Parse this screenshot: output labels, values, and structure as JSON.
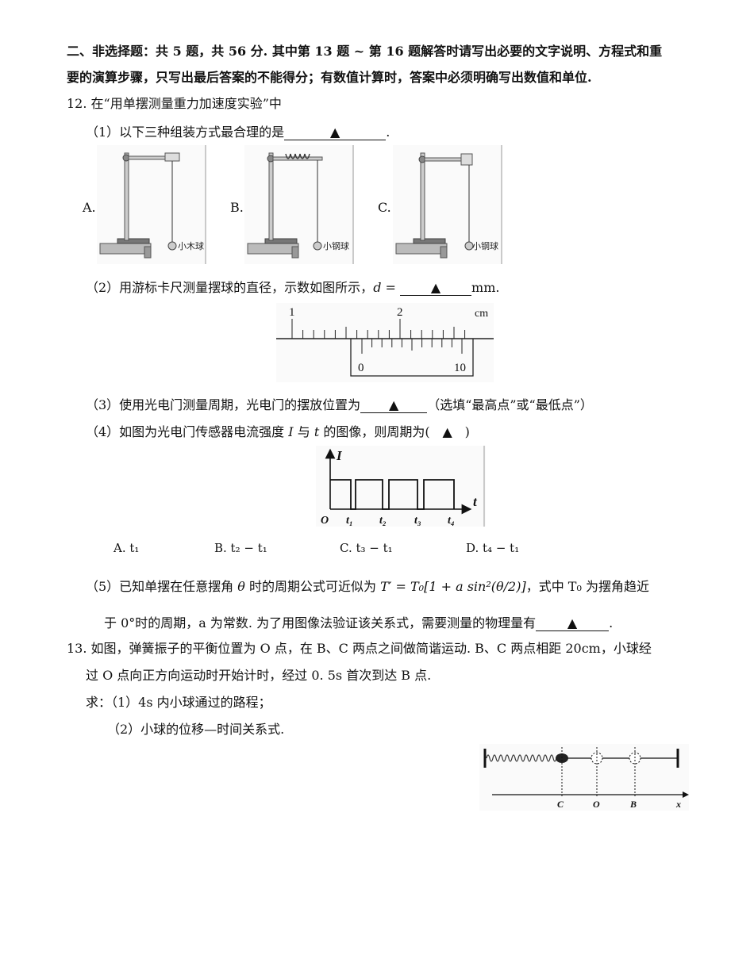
{
  "section": {
    "line1": "二、非选择题：共 5 题，共 56 分. 其中第 13 题 ~ 第 16 题解答时请写出必要的文字说明、方程式和重",
    "line2": "要的演算步骤，只写出最后答案的不能得分；有数值计算时，答案中必须明确写出数值和单位."
  },
  "q12": {
    "stem": "12. 在“用单摆测量重力加速度实验”中",
    "p1": "（1）以下三种组装方式最合理的是",
    "mark": "▲",
    "p1_opts": [
      "A.",
      "B.",
      "C."
    ],
    "ball_labels": [
      "小木球",
      "小钢球",
      "小钢球"
    ],
    "p2_pre": "（2）用游标卡尺测量摆球的直径，示数如图所示，",
    "p2_var": "d",
    "p2_eq": " = ",
    "p2_unit": "mm.",
    "caliper": {
      "main1": "1",
      "main2": "2",
      "unit": "cm",
      "vern0": "0",
      "vern10": "10"
    },
    "p3_pre": "（3）使用光电门测量周期，光电门的摆放位置为",
    "p3_post": "（选填“最高点”或“最低点”）",
    "p4_pre": "（4）如图为光电门传感器电流强度",
    "p4_var_I": "I",
    "p4_mid": "与",
    "p4_var_t": "t",
    "p4_post": "的图像，则周期为(",
    "p4_close": ")",
    "graph": {
      "y": "I",
      "x": "t",
      "origin": "O",
      "ticks": [
        "t₁",
        "t₂",
        "t₃",
        "t₄"
      ]
    },
    "choices": [
      "A. t₁",
      "B. t₂ − t₁",
      "C. t₃ − t₁",
      "D. t₄ − t₁"
    ],
    "p5_pre": "（5）已知单摆在任意摆角",
    "p5_theta": "θ",
    "p5_mid": "时的周期公式可近似为",
    "p5_formula": "T′ = T₀[1 + a sin²(θ/2)]",
    "p5_post": "，式中 T₀ 为摆角趋近",
    "p5_line2": "于 0°时的周期，a 为常数. 为了用图像法验证该关系式，需要测量的物理量有",
    "p5_end": "."
  },
  "q13": {
    "line1": "13. 如图，弹簧振子的平衡位置为 O 点，在 B、C 两点之间做简谐运动. B、C 两点相距 20cm，小球经",
    "line2": "过 O 点向正方向运动时开始计时，经过 0. 5s 首次到达 B 点.",
    "line3": "求：（1）4s 内小球通过的路程；",
    "line4": "（2）小球的位移—时间关系式.",
    "fig": {
      "C": "C",
      "O": "O",
      "B": "B",
      "x": "x"
    }
  }
}
